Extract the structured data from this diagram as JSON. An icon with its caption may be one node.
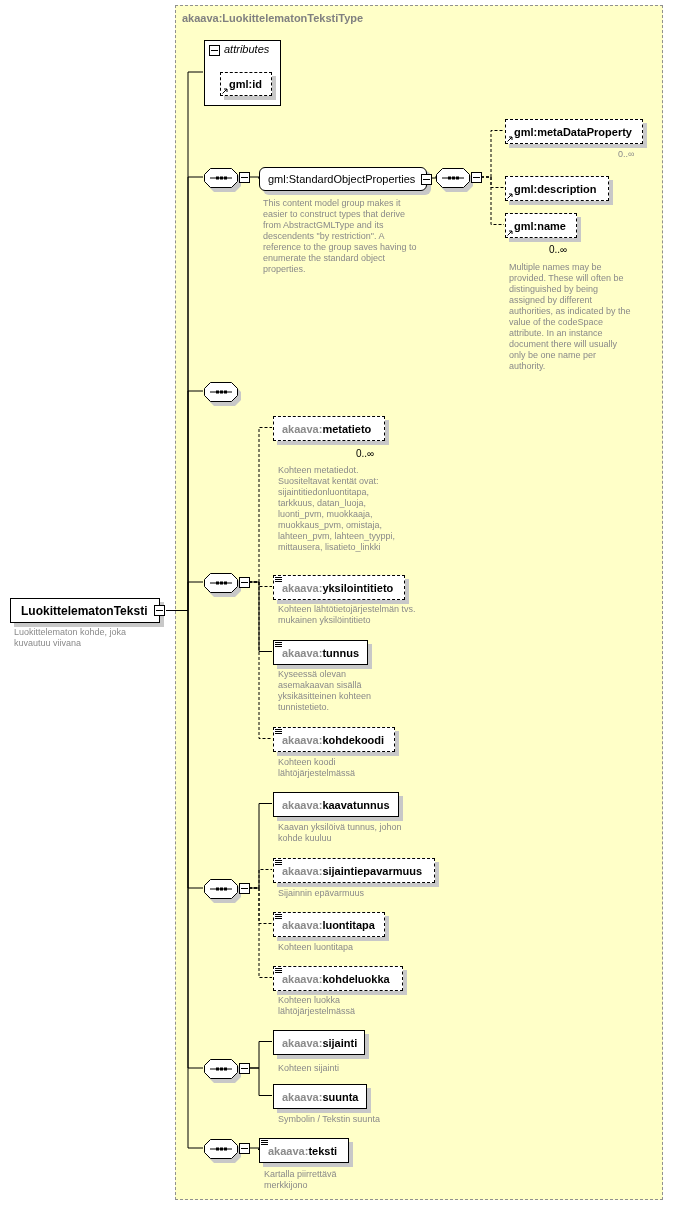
{
  "diagram": {
    "nodes": [
      {
        "text": [
          "LuokittelematonTeksti"
        ],
        "beside": [
          "Luokittelematon kohde, joka kuvautuu viivana"
        ]
      },
      {
        "text": [
          "akaava:LuokittelematonTekstiType"
        ]
      },
      {
        "text": [
          "attributes"
        ],
        "in": 1
      },
      {
        "text": [
          "gml:id"
        ],
        "in": 2
      },
      {
        "text": [],
        "shape": "octagon",
        "in": 1
      },
      {
        "text": [
          "gml:StandardObjectProperties"
        ],
        "in": 1,
        "beside": [
          "This content model group makes it easier to construct types that derive from AbstractGMLType and its descendents \"by restriction\". A reference to the group saves having to enumerate the standard object properties."
        ]
      },
      {
        "text": [],
        "shape": "octagon",
        "in": 1
      },
      {
        "text": [
          "gml:metaDataProperty"
        ],
        "in": 1,
        "beside": [
          "0..∞"
        ]
      },
      {
        "text": [
          "gml:description"
        ],
        "in": 1
      },
      {
        "text": [
          "gml:name"
        ],
        "in": 1,
        "beside": [
          "0..∞",
          "Multiple names may be provided. These will often be distinguished by being assigned by different authorities, as indicated by the value of the codeSpace attribute. In an instance document there will usually only be one name per authority."
        ]
      },
      {
        "text": [],
        "shape": "octagon",
        "in": 1
      },
      {
        "text": [],
        "shape": "octagon",
        "in": 1
      },
      {
        "text": [
          "akaava:**metatieto**"
        ],
        "in": 1,
        "beside": [
          "0..∞",
          "Kohteen metatiedot. Suositeltavat kentät ovat: sijaintitiedonluontitapa, tarkkuus, datan_luoja, luonti_pvm, muokkaaja, muokkaus_pvm, omistaja, lahteen_pvm, lahteen_tyyppi, mittausera, lisatieto_linkki"
        ]
      },
      {
        "text": [
          "akaava:**yksilointitieto**"
        ],
        "in": 1,
        "beside": [
          "Kohteen lähtötietojärjestelmän tvs. mukainen yksilöintitieto"
        ]
      },
      {
        "text": [
          "akaava:**tunnus**"
        ],
        "in": 1,
        "beside": [
          "Kyseessä olevan asemakaavan sisällä yksikäsitteinen kohteen tunnistetieto."
        ]
      },
      {
        "text": [
          "akaava:**kohdekoodi**"
        ],
        "in": 1,
        "beside": [
          "Kohteen koodi lähtöjärjestelmässä"
        ]
      },
      {
        "text": [],
        "shape": "octagon",
        "in": 1
      },
      {
        "text": [
          "akaava:**kaavatunnus**"
        ],
        "in": 1,
        "beside": [
          "Kaavan yksilöivä tunnus, johon kohde kuuluu"
        ]
      },
      {
        "text": [
          "akaava:**sijaintiepavarmuus**"
        ],
        "in": 1,
        "beside": [
          "Sijainnin epävarmuus"
        ]
      },
      {
        "text": [
          "akaava:**luontitapa**"
        ],
        "in": 1,
        "beside": [
          "Kohteen luontitapa"
        ]
      },
      {
        "text": [
          "akaava:**kohdeluokka**"
        ],
        "in": 1,
        "beside": [
          "Kohteen luokka lähtöjärjestelmässä"
        ]
      },
      {
        "text": [],
        "shape": "octagon",
        "in": 1
      },
      {
        "text": [
          "akaava:**sijainti**"
        ],
        "in": 1,
        "beside": [
          "Kohteen sijainti"
        ]
      },
      {
        "text": [
          "akaava:**suunta**"
        ],
        "in": 1,
        "beside": [
          "Symbolin / Tekstin suunta"
        ]
      },
      {
        "text": [],
        "shape": "octagon",
        "in": 1
      },
      {
        "text": [
          "akaava:**teksti**"
        ],
        "in": 1,
        "beside": [
          "Kartalla piirrettävä merkkijono"
        ]
      }
    ],
    "edges": [
      {
        "from": 0,
        "to": 2,
        "arrow": "none"
      },
      {
        "from": 0,
        "to": 4,
        "arrow": "none"
      },
      {
        "from": 0,
        "to": 10,
        "arrow": "none"
      },
      {
        "from": 0,
        "to": 11,
        "arrow": "none"
      },
      {
        "from": 0,
        "to": 16,
        "arrow": "none"
      },
      {
        "from": 0,
        "to": 21,
        "arrow": "none"
      },
      {
        "from": 0,
        "to": 24,
        "arrow": "none"
      },
      {
        "from": 4,
        "to": 5,
        "arrow": "none"
      },
      {
        "from": 5,
        "to": 6,
        "arrow": "none"
      },
      {
        "from": 6,
        "to": 7,
        "arrow": "none",
        "style": "dashed"
      },
      {
        "from": 6,
        "to": 8,
        "arrow": "none",
        "style": "dashed"
      },
      {
        "from": 6,
        "to": 9,
        "arrow": "none",
        "style": "dashed"
      },
      {
        "from": 11,
        "to": 12,
        "arrow": "none",
        "style": "dashed"
      },
      {
        "from": 11,
        "to": 13,
        "arrow": "none",
        "style": "dashed"
      },
      {
        "from": 11,
        "to": 14,
        "arrow": "none"
      },
      {
        "from": 11,
        "to": 15,
        "arrow": "none",
        "style": "dashed"
      },
      {
        "from": 16,
        "to": 17,
        "arrow": "none"
      },
      {
        "from": 16,
        "to": 18,
        "arrow": "none",
        "style": "dashed"
      },
      {
        "from": 16,
        "to": 19,
        "arrow": "none",
        "style": "dashed"
      },
      {
        "from": 16,
        "to": 20,
        "arrow": "none",
        "style": "dashed"
      },
      {
        "from": 21,
        "to": 22,
        "arrow": "none"
      },
      {
        "from": 21,
        "to": 23,
        "arrow": "none"
      },
      {
        "from": 24,
        "to": 25,
        "arrow": "none"
      }
    ]
  }
}
